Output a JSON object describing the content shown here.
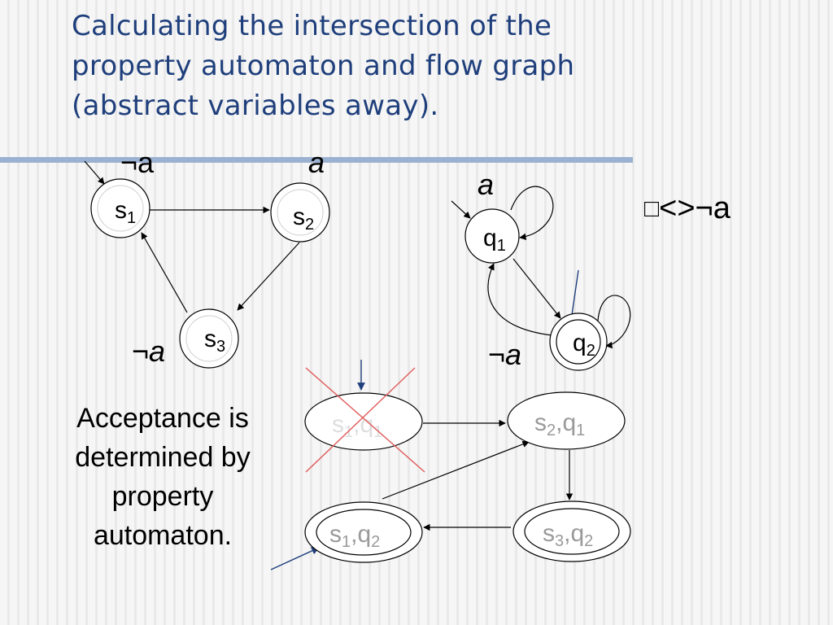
{
  "title": {
    "lines": [
      "Calculating the intersection of the",
      "property automaton and flow graph",
      "(abstract variables away)."
    ]
  },
  "flow_graph": {
    "nodes": [
      {
        "id": "s1",
        "name": "s",
        "sub": "1",
        "label": "¬a"
      },
      {
        "id": "s2",
        "name": "s",
        "sub": "2",
        "label": "a"
      },
      {
        "id": "s3",
        "name": "s",
        "sub": "3",
        "label": "¬a"
      }
    ],
    "edges": [
      [
        "s1",
        "s2"
      ],
      [
        "s2",
        "s3"
      ],
      [
        "s3",
        "s1"
      ]
    ],
    "initial": "s1"
  },
  "property_automaton": {
    "formula": "<>¬a",
    "formula_box_glyph": "□",
    "nodes": [
      {
        "id": "q1",
        "name": "q",
        "sub": "1",
        "accepting": false
      },
      {
        "id": "q2",
        "name": "q",
        "sub": "2",
        "accepting": true
      }
    ],
    "edges": [
      {
        "from": "q1",
        "to": "q1",
        "label": "a"
      },
      {
        "from": "q1",
        "to": "q2",
        "label": ""
      },
      {
        "from": "q2",
        "to": "q1",
        "label": "¬a"
      },
      {
        "from": "q2",
        "to": "q2",
        "label": ""
      }
    ],
    "initial": "q1"
  },
  "product": {
    "nodes": [
      {
        "id": "s1q1",
        "s": "1",
        "q": "1",
        "accepting": false,
        "crossed_out": true
      },
      {
        "id": "s2q1",
        "s": "2",
        "q": "1",
        "accepting": false,
        "crossed_out": false
      },
      {
        "id": "s3q2",
        "s": "3",
        "q": "2",
        "accepting": true,
        "crossed_out": false
      },
      {
        "id": "s1q2",
        "s": "1",
        "q": "2",
        "accepting": true,
        "crossed_out": false
      }
    ],
    "edges": [
      [
        "s1q1",
        "s2q1"
      ],
      [
        "s2q1",
        "s3q2"
      ],
      [
        "s3q2",
        "s1q2"
      ],
      [
        "s1q2",
        "s2q1"
      ]
    ],
    "initial": [
      "s1q1",
      "s1q2"
    ]
  },
  "description": {
    "lines": [
      "Acceptance is",
      "determined by",
      "property",
      "automaton."
    ]
  },
  "colors": {
    "title": "#1f3f7c",
    "rule": "#9bb1d1",
    "cross": "#e05a5a",
    "initial_arrow_blue": "#1f3f7c",
    "state_text_gray": "#9a9a9a"
  }
}
